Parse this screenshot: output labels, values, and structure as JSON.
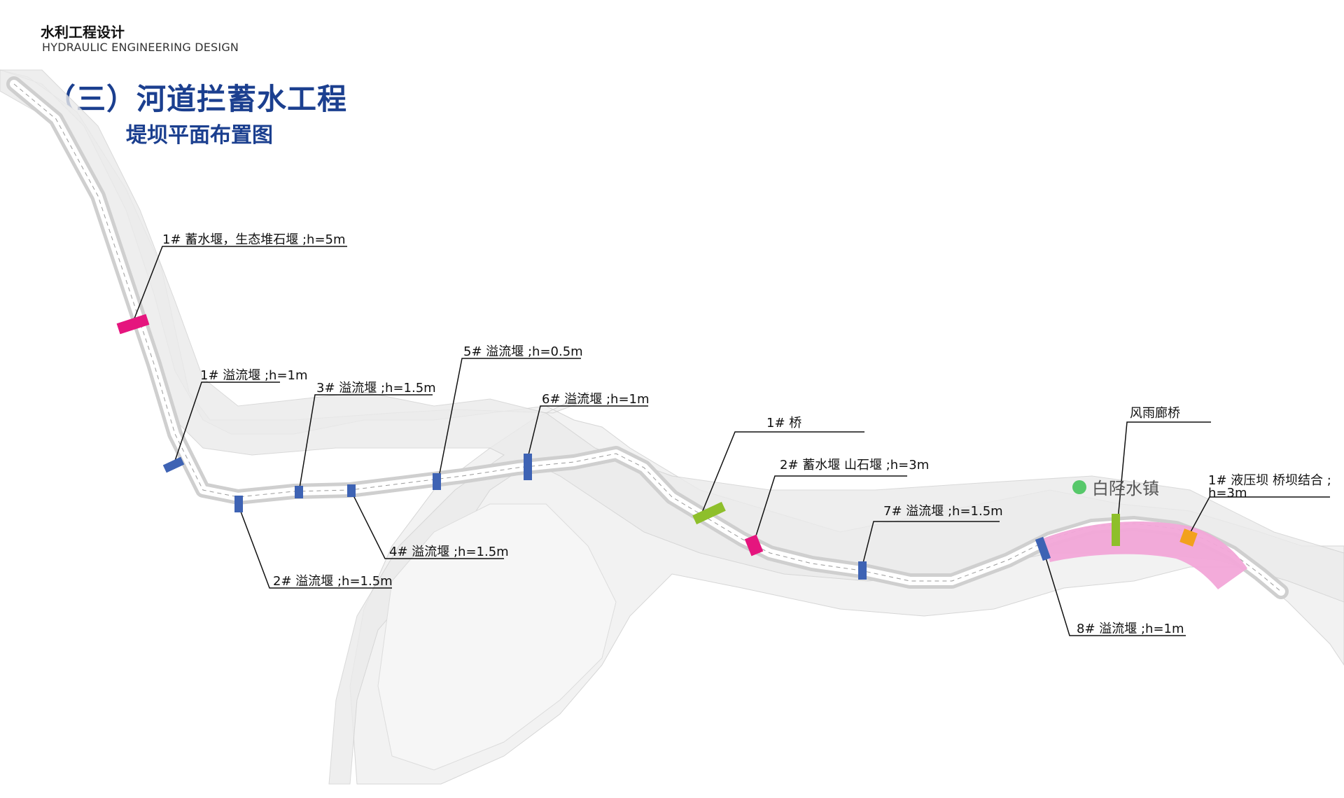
{
  "header": {
    "cn": "水利工程设计",
    "en": "HYDRAULIC ENGINEERING DESIGN"
  },
  "title": {
    "main": "（三）河道拦蓄水工程",
    "sub": "堤坝平面布置图"
  },
  "town": {
    "name": "白陉水镇",
    "color": "#57c86a"
  },
  "colors": {
    "title": "#1b3f8f",
    "storage_weir": "#e5157e",
    "overflow_weir": "#3e63b4",
    "bridge": "#8ebf2b",
    "hydraulic_dam": "#f2a11d",
    "reservoir": "#f2a6d8"
  },
  "labels": {
    "w1_storage": "1# 蓄水堰，生态堆石堰 ;h=5m",
    "o1": "1# 溢流堰 ;h=1m",
    "o2": "2# 溢流堰 ;h=1.5m",
    "o3": "3# 溢流堰 ;h=1.5m",
    "o4": "4# 溢流堰 ;h=1.5m",
    "o5": "5# 溢流堰 ;h=0.5m",
    "o6": "6# 溢流堰 ;h=1m",
    "bridge1": "1# 桥",
    "w2_storage": "2# 蓄水堰 山石堰 ;h=3m",
    "o7": "7# 溢流堰 ;h=1.5m",
    "o8": "8# 溢流堰 ;h=1m",
    "covered_bridge": "风雨廊桥",
    "dam1_line1": "1# 液压坝 桥坝结合 ;",
    "dam1_line2": "h=3m"
  }
}
